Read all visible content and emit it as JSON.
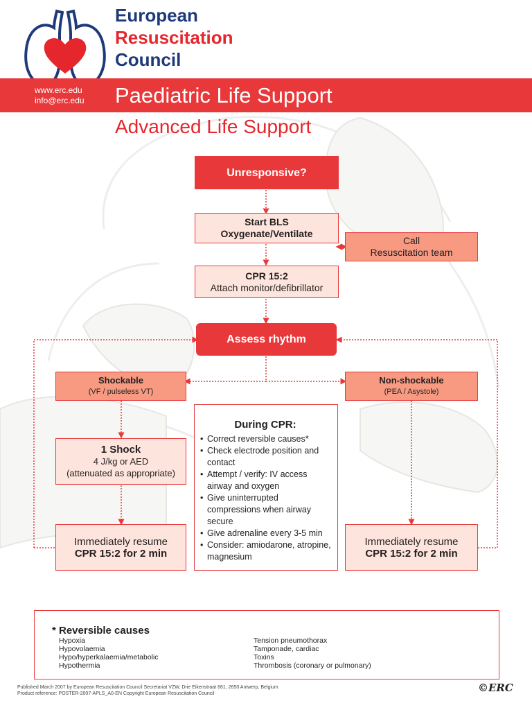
{
  "header": {
    "org_line1": "European",
    "org_line2": "Resuscitation",
    "org_line3": "Council",
    "website": "www.erc.edu",
    "email": "info@erc.edu",
    "title": "Paediatric Life Support",
    "subtitle": "Advanced Life Support"
  },
  "flow": {
    "unresponsive": "Unresponsive?",
    "start_bls_1": "Start BLS",
    "start_bls_2": "Oxygenate/Ventilate",
    "call_1": "Call",
    "call_2": "Resuscitation team",
    "cpr_1": "CPR 15:2",
    "cpr_2": "Attach monitor/defibrillator",
    "assess": "Assess rhythm",
    "shockable": "Shockable",
    "shockable_sub": "(VF / pulseless VT)",
    "nonshockable": "Non-shockable",
    "nonshockable_sub": "(PEA / Asystole)",
    "shock_title": "1 Shock",
    "shock_dose": "4 J/kg or AED",
    "shock_note": "(attenuated as appropriate)",
    "resume_1": "Immediately resume",
    "resume_2": "CPR 15:2 for 2 min"
  },
  "during_cpr": {
    "title": "During CPR:",
    "items": [
      "Correct reversible causes*",
      "Check electrode position and contact",
      "Attempt / verify: IV access airway and oxygen",
      "Give uninterrupted compressions when airway secure",
      "Give adrenaline every 3-5 min",
      "Consider: amiodarone, atropine, magnesium"
    ]
  },
  "causes": {
    "title": "* Reversible causes",
    "left": [
      "Hypoxia",
      "Hypovolaemia",
      "Hypo/hyperkalaemia/metabolic",
      "Hypothermia"
    ],
    "right": [
      "Tension pneumothorax",
      "Tamponade, cardiac",
      "Toxins",
      "Thrombosis (coronary or pulmonary)"
    ]
  },
  "footer": {
    "line1": "Published March 2007 by European Resuscitation Council Secretariat VZW, Drie Eikenstraat 661, 2650 Antwerp, Belgium",
    "line2": "Product reference: POSTER-2007-APLS_A0-EN   Copyright European Resuscitation Council",
    "copyright_mark": "©ERC"
  },
  "colors": {
    "accent_red": "#e8383a",
    "brand_blue": "#1f3a7a",
    "box_pink": "#fde4dc",
    "box_salmon": "#f79a81"
  }
}
